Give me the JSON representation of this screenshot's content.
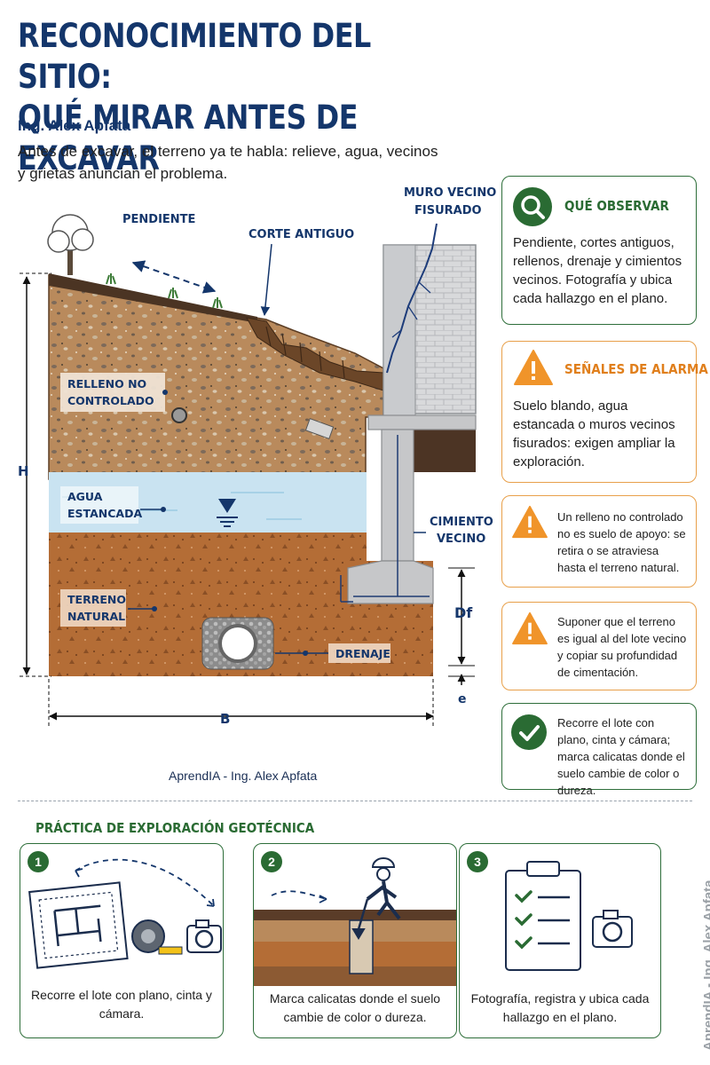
{
  "header": {
    "title_line1": "RECONOCIMIENTO DEL SITIO:",
    "title_line2": "QUÉ MIRAR ANTES DE EXCAVAR",
    "author": "Ing. Alex Apfata",
    "intro": "Antes de excavar, el terreno ya te habla: relieve, agua, vecinos y grietas anuncian el problema."
  },
  "diagram": {
    "labels": {
      "pendiente": "PENDIENTE",
      "corte": "CORTE ANTIGUO",
      "muro_line1": "MURO VECINO",
      "muro_line2": "FISURADO",
      "relleno_line1": "RELLENO NO",
      "relleno_line2": "CONTROLADO",
      "agua_line1": "AGUA",
      "agua_line2": "ESTANCADA",
      "cimiento_line1": "CIMIENTO",
      "cimiento_line2": "VECINO",
      "terreno_line1": "TERRENO",
      "terreno_line2": "NATURAL",
      "drenaje": "DRENAJE",
      "h": "H",
      "b": "B",
      "df": "Df",
      "e": "e"
    },
    "credit": "AprendIA - Ing. Alex Apfata"
  },
  "cards": {
    "observar": {
      "heading": "QUÉ OBSERVAR",
      "body": "Pendiente, cortes antiguos, rellenos, drenaje y cimientos vecinos. Fotografía y ubica cada hallazgo en el plano."
    },
    "alarma": {
      "heading": "SEÑALES DE ALARMA",
      "body": "Suelo blando, agua estancada o muros vecinos fisurados: exigen ampliar la exploración."
    },
    "relleno": "Un relleno no controlado no es suelo de apoyo: se retira o se atraviesa hasta el terreno natural.",
    "suponer": "Suponer que el terreno es igual al del lote vecino y copiar su profundidad de cimentación.",
    "recorre": "Recorre el lote con plano, cinta y cámara; marca calicatas donde el suelo cambie de color o dureza."
  },
  "practice": {
    "title": "PRÁCTICA DE EXPLORACIÓN GEOTÉCNICA",
    "steps": [
      {
        "num": "1",
        "text": "Recorre el lote con plano, cinta y cámara."
      },
      {
        "num": "2",
        "text": "Marca calicatas donde el suelo cambie de color o dureza."
      },
      {
        "num": "3",
        "text": "Fotografía, registra y ubica cada hallazgo en el plano."
      }
    ]
  },
  "watermark": "AprendIA - Ing. Alex Apfata",
  "colors": {
    "navy": "#14366b",
    "green": "#2a6b33",
    "orange": "#f0942a",
    "soil_fill": "#b9875a",
    "natural_soil": "#b8703a",
    "water": "#c9e3f1"
  }
}
